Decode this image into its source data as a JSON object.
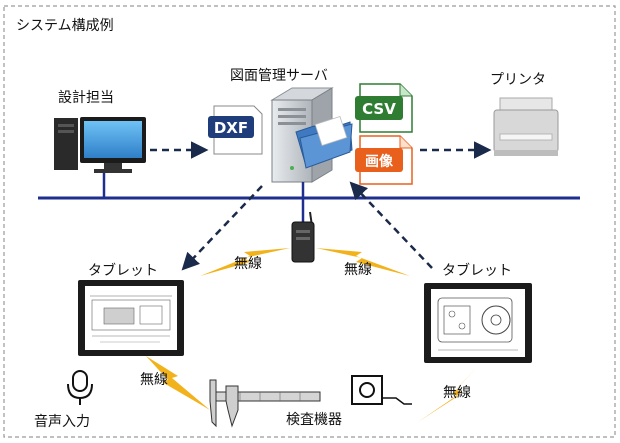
{
  "frame_title": "システム構成例",
  "labels": {
    "design": "設計担当",
    "server": "図面管理サーバ",
    "printer": "プリンタ",
    "tablet_left": "タブレット",
    "tablet_right": "タブレット",
    "voice": "音声入力",
    "inspection": "検査機器"
  },
  "badges": {
    "dxf": "DXF",
    "csv": "CSV",
    "image": "画像"
  },
  "wireless": [
    "無線",
    "無線",
    "無線",
    "無線"
  ],
  "colors": {
    "network_line": "#1f2f8f",
    "arrow": "#1a2a4a",
    "lightning": "#f2b21c",
    "dxf_badge": "#1f3d7a",
    "csv_badge": "#2e7d32",
    "image_badge": "#e8601c",
    "monitor_screen": "#4aa3e8"
  },
  "icons": [
    "desktop-pc-icon",
    "server-icon",
    "folder-icon",
    "printer-icon",
    "wireless-router-icon",
    "tablet-icon",
    "microphone-icon",
    "caliper-icon",
    "dial-gauge-icon"
  ]
}
